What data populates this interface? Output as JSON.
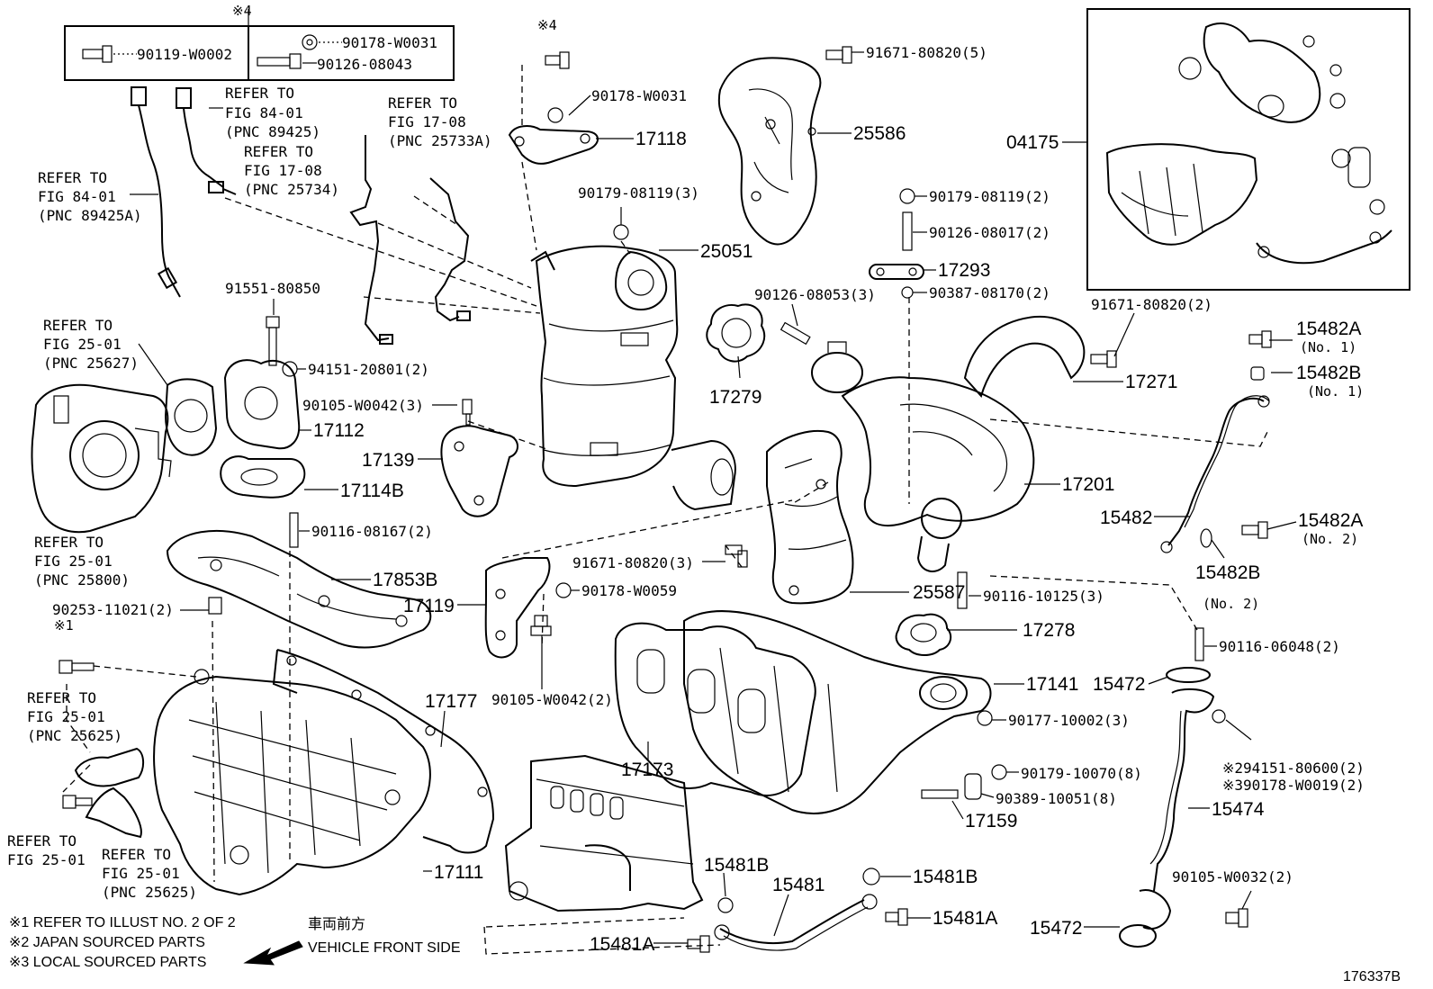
{
  "figure": {
    "code": "176337B"
  },
  "top_box": {
    "ref_mark": "※4",
    "left_part": "90119-W0002",
    "right_part_1": "90178-W0031",
    "right_part_2": "90126-08043"
  },
  "refer_notes": {
    "r1": [
      "REFER TO",
      "FIG 84-01",
      "(PNC 89425)"
    ],
    "r2": [
      "REFER TO",
      "FIG 17-08",
      "(PNC 25734)"
    ],
    "r3": [
      "REFER TO",
      "FIG 17-08",
      "(PNC 25733A)"
    ],
    "r4": [
      "REFER TO",
      "FIG 84-01",
      "(PNC 89425A)"
    ],
    "r5": [
      "REFER TO",
      "FIG 25-01",
      "(PNC 25627)"
    ],
    "r6": [
      "REFER TO",
      "FIG 25-01",
      "(PNC 25800)"
    ],
    "r7": [
      "REFER TO",
      "FIG 25-01",
      "(PNC 25625)"
    ],
    "r8": [
      "REFER TO",
      "FIG 25-01"
    ],
    "r9": [
      "REFER TO",
      "FIG 25-01",
      "(PNC 25625)"
    ]
  },
  "parts": {
    "p_star4": "※4",
    "p_star1": "※1",
    "p_90178_w0031": "90178-W0031",
    "p_17118": "17118",
    "p_91671_80820_5": "91671-80820(5)",
    "p_25586": "25586",
    "p_04175": "04175",
    "p_90179_08119_3": "90179-08119(3)",
    "p_25051": "25051",
    "p_90179_08119_2": "90179-08119(2)",
    "p_90126_08017_2": "90126-08017(2)",
    "p_17293": "17293",
    "p_90387_08170_2": "90387-08170(2)",
    "p_91671_80820_2": "91671-80820(2)",
    "p_91551_80850": "91551-80850",
    "p_90126_08053_3": "90126-08053(3)",
    "p_15482A_1": "15482A",
    "p_no1a": "(No. 1)",
    "p_15482B_1": "15482B",
    "p_no1b": "(No. 1)",
    "p_94151_20801_2": "94151-20801(2)",
    "p_17271": "17271",
    "p_17279": "17279",
    "p_90105_w0042_3": "90105-W0042(3)",
    "p_17112": "17112",
    "p_17139": "17139",
    "p_17201": "17201",
    "p_17114B": "17114B",
    "p_15482": "15482",
    "p_15482A_2": "15482A",
    "p_no2a": "(No. 2)",
    "p_90116_08167_2": "90116-08167(2)",
    "p_91671_80820_3": "91671-80820(3)",
    "p_15482B_2": "15482B",
    "p_no2b": "(No. 2)",
    "p_17853B": "17853B",
    "p_25587": "25587",
    "p_90253_11021_2": "90253-11021(2)",
    "p_17119": "17119",
    "p_90178_w0059": "90178-W0059",
    "p_90116_10125_3": "90116-10125(3)",
    "p_17278": "17278",
    "p_90116_06048_2": "90116-06048(2)",
    "p_90105_w0042_2": "90105-W0042(2)",
    "p_17177": "17177",
    "p_17141": "17141",
    "p_15472a": "15472",
    "p_90177_10002_3": "90177-10002(3)",
    "p_17173": "17173",
    "p_94151_80600_2": "※294151-80600(2)",
    "p_90178_w0019_2": "※390178-W0019(2)",
    "p_90179_10070_8": "90179-10070(8)",
    "p_90389_10051_8": "90389-10051(8)",
    "p_15474": "15474",
    "p_17159": "17159",
    "p_15481B_a": "15481B",
    "p_15481": "15481",
    "p_15481B_b": "15481B",
    "p_90105_w0032_2": "90105-W0032(2)",
    "p_17111": "17111",
    "p_15481A_b": "15481A",
    "p_15472b": "15472",
    "p_15481A_a": "15481A"
  },
  "footnotes": {
    "n1": "※1  REFER TO ILLUST NO. 2 OF 2",
    "n2": "※2 JAPAN SOURCED PARTS",
    "n3": "※3 LOCAL SOURCED PARTS"
  },
  "front": {
    "jp": "車両前方",
    "en": "VEHICLE FRONT SIDE"
  }
}
